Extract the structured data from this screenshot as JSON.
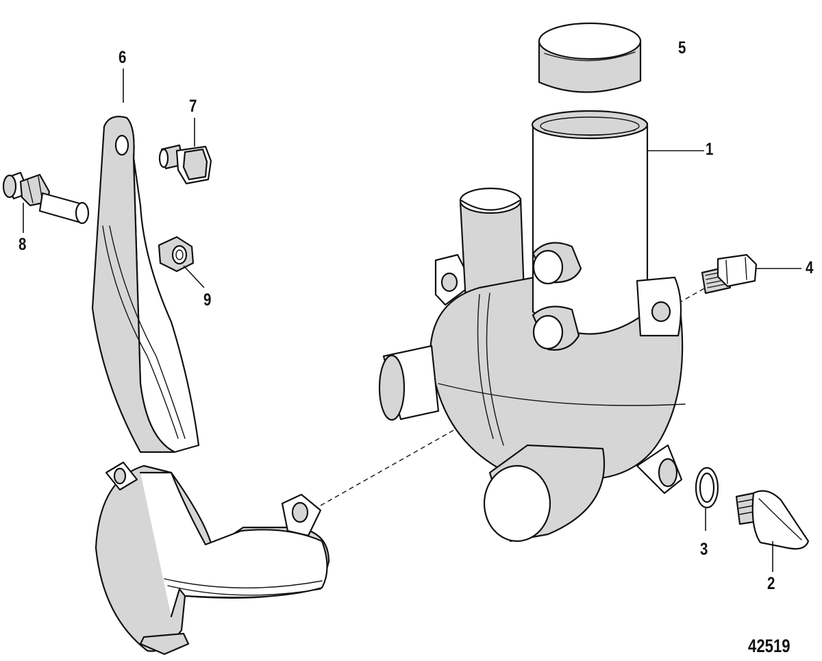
{
  "callouts": {
    "c1": "1",
    "c2": "2",
    "c3": "3",
    "c4": "4",
    "c5": "5",
    "c6": "6",
    "c7": "7",
    "c8": "8",
    "c9": "9"
  },
  "figure_number": "42519",
  "colors": {
    "line": "#111111",
    "shade": "#d6d6d6",
    "background": "#ffffff"
  }
}
